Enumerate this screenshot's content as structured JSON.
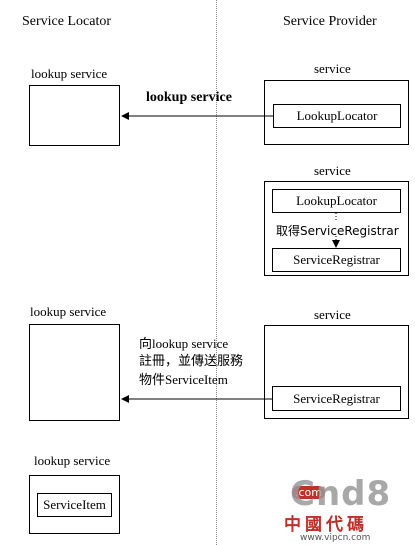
{
  "headers": {
    "left": "Service Locator",
    "right": "Service Provider"
  },
  "steps": [
    {
      "locator_label": "lookup service",
      "provider_label": "service",
      "provider_inner": "LookupLocator",
      "arrow_label": "lookup service"
    },
    {
      "provider_label": "service",
      "inner_top": "LookupLocator",
      "inner_bottom": "ServiceRegistrar",
      "arrow_label": "取得ServiceRegistrar"
    },
    {
      "locator_label": "lookup service",
      "provider_label": "service",
      "provider_inner": "ServiceRegistrar",
      "arrow_lines": [
        "向lookup service",
        "註冊，並傳送服務",
        "物件ServiceItem"
      ]
    },
    {
      "locator_label": "lookup service",
      "locator_inner": "ServiceItem"
    }
  ],
  "watermark": {
    "logo_prefix": ".com",
    "logo_text": "Cnd8",
    "tagline": "中國代碼",
    "url": "www.vipcn.com"
  },
  "colors": {
    "line": "#000000",
    "divider": "#888888",
    "watermark_red": "#c0302a",
    "watermark_gray": "#9a9a9a"
  }
}
